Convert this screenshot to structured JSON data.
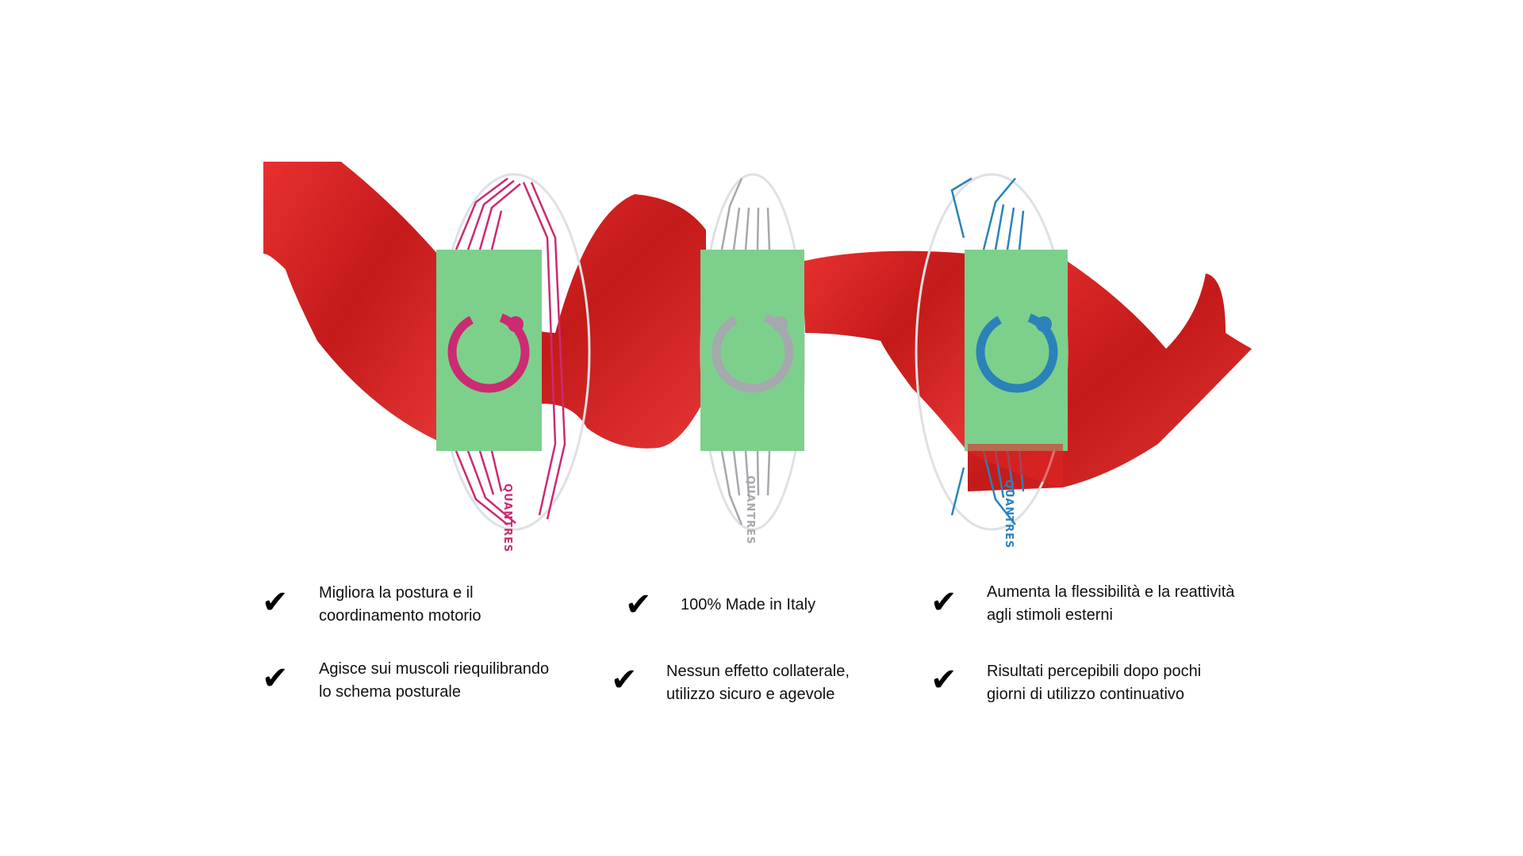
{
  "colors": {
    "cloth": "#e02424",
    "band": "#7dd08c",
    "pink": "#cc2a72",
    "gray": "#a5a8ad",
    "blue": "#2a82b8"
  },
  "products": [
    {
      "name": "pink-bracelet",
      "color": "#cc2a72",
      "brand": "QUANTRES"
    },
    {
      "name": "gray-bracelet",
      "color": "#a5a8ad",
      "brand": "QUANTRES"
    },
    {
      "name": "blue-bracelet",
      "color": "#2a82b8",
      "brand": "QUANTRES"
    }
  ],
  "features": [
    {
      "line1": "Migliora la postura e il",
      "line2": "coordinamento motorio",
      "icon": "check-icon"
    },
    {
      "line1": "100% Made in Italy",
      "line2": "",
      "icon": "check-icon"
    },
    {
      "line1": "Aumenta la flessibilità e la reattività",
      "line2": "agli stimoli esterni",
      "icon": "check-icon"
    },
    {
      "line1": "Agisce sui muscoli riequilibrando",
      "line2": "lo schema posturale",
      "icon": "check-icon"
    },
    {
      "line1": "Nessun effetto collaterale,",
      "line2": "utilizzo sicuro e agevole",
      "icon": "check-icon"
    },
    {
      "line1": "Risultati percepibili dopo pochi",
      "line2": "giorni di utilizzo continuativo",
      "icon": "check-icon"
    }
  ],
  "check_glyph": "✔"
}
